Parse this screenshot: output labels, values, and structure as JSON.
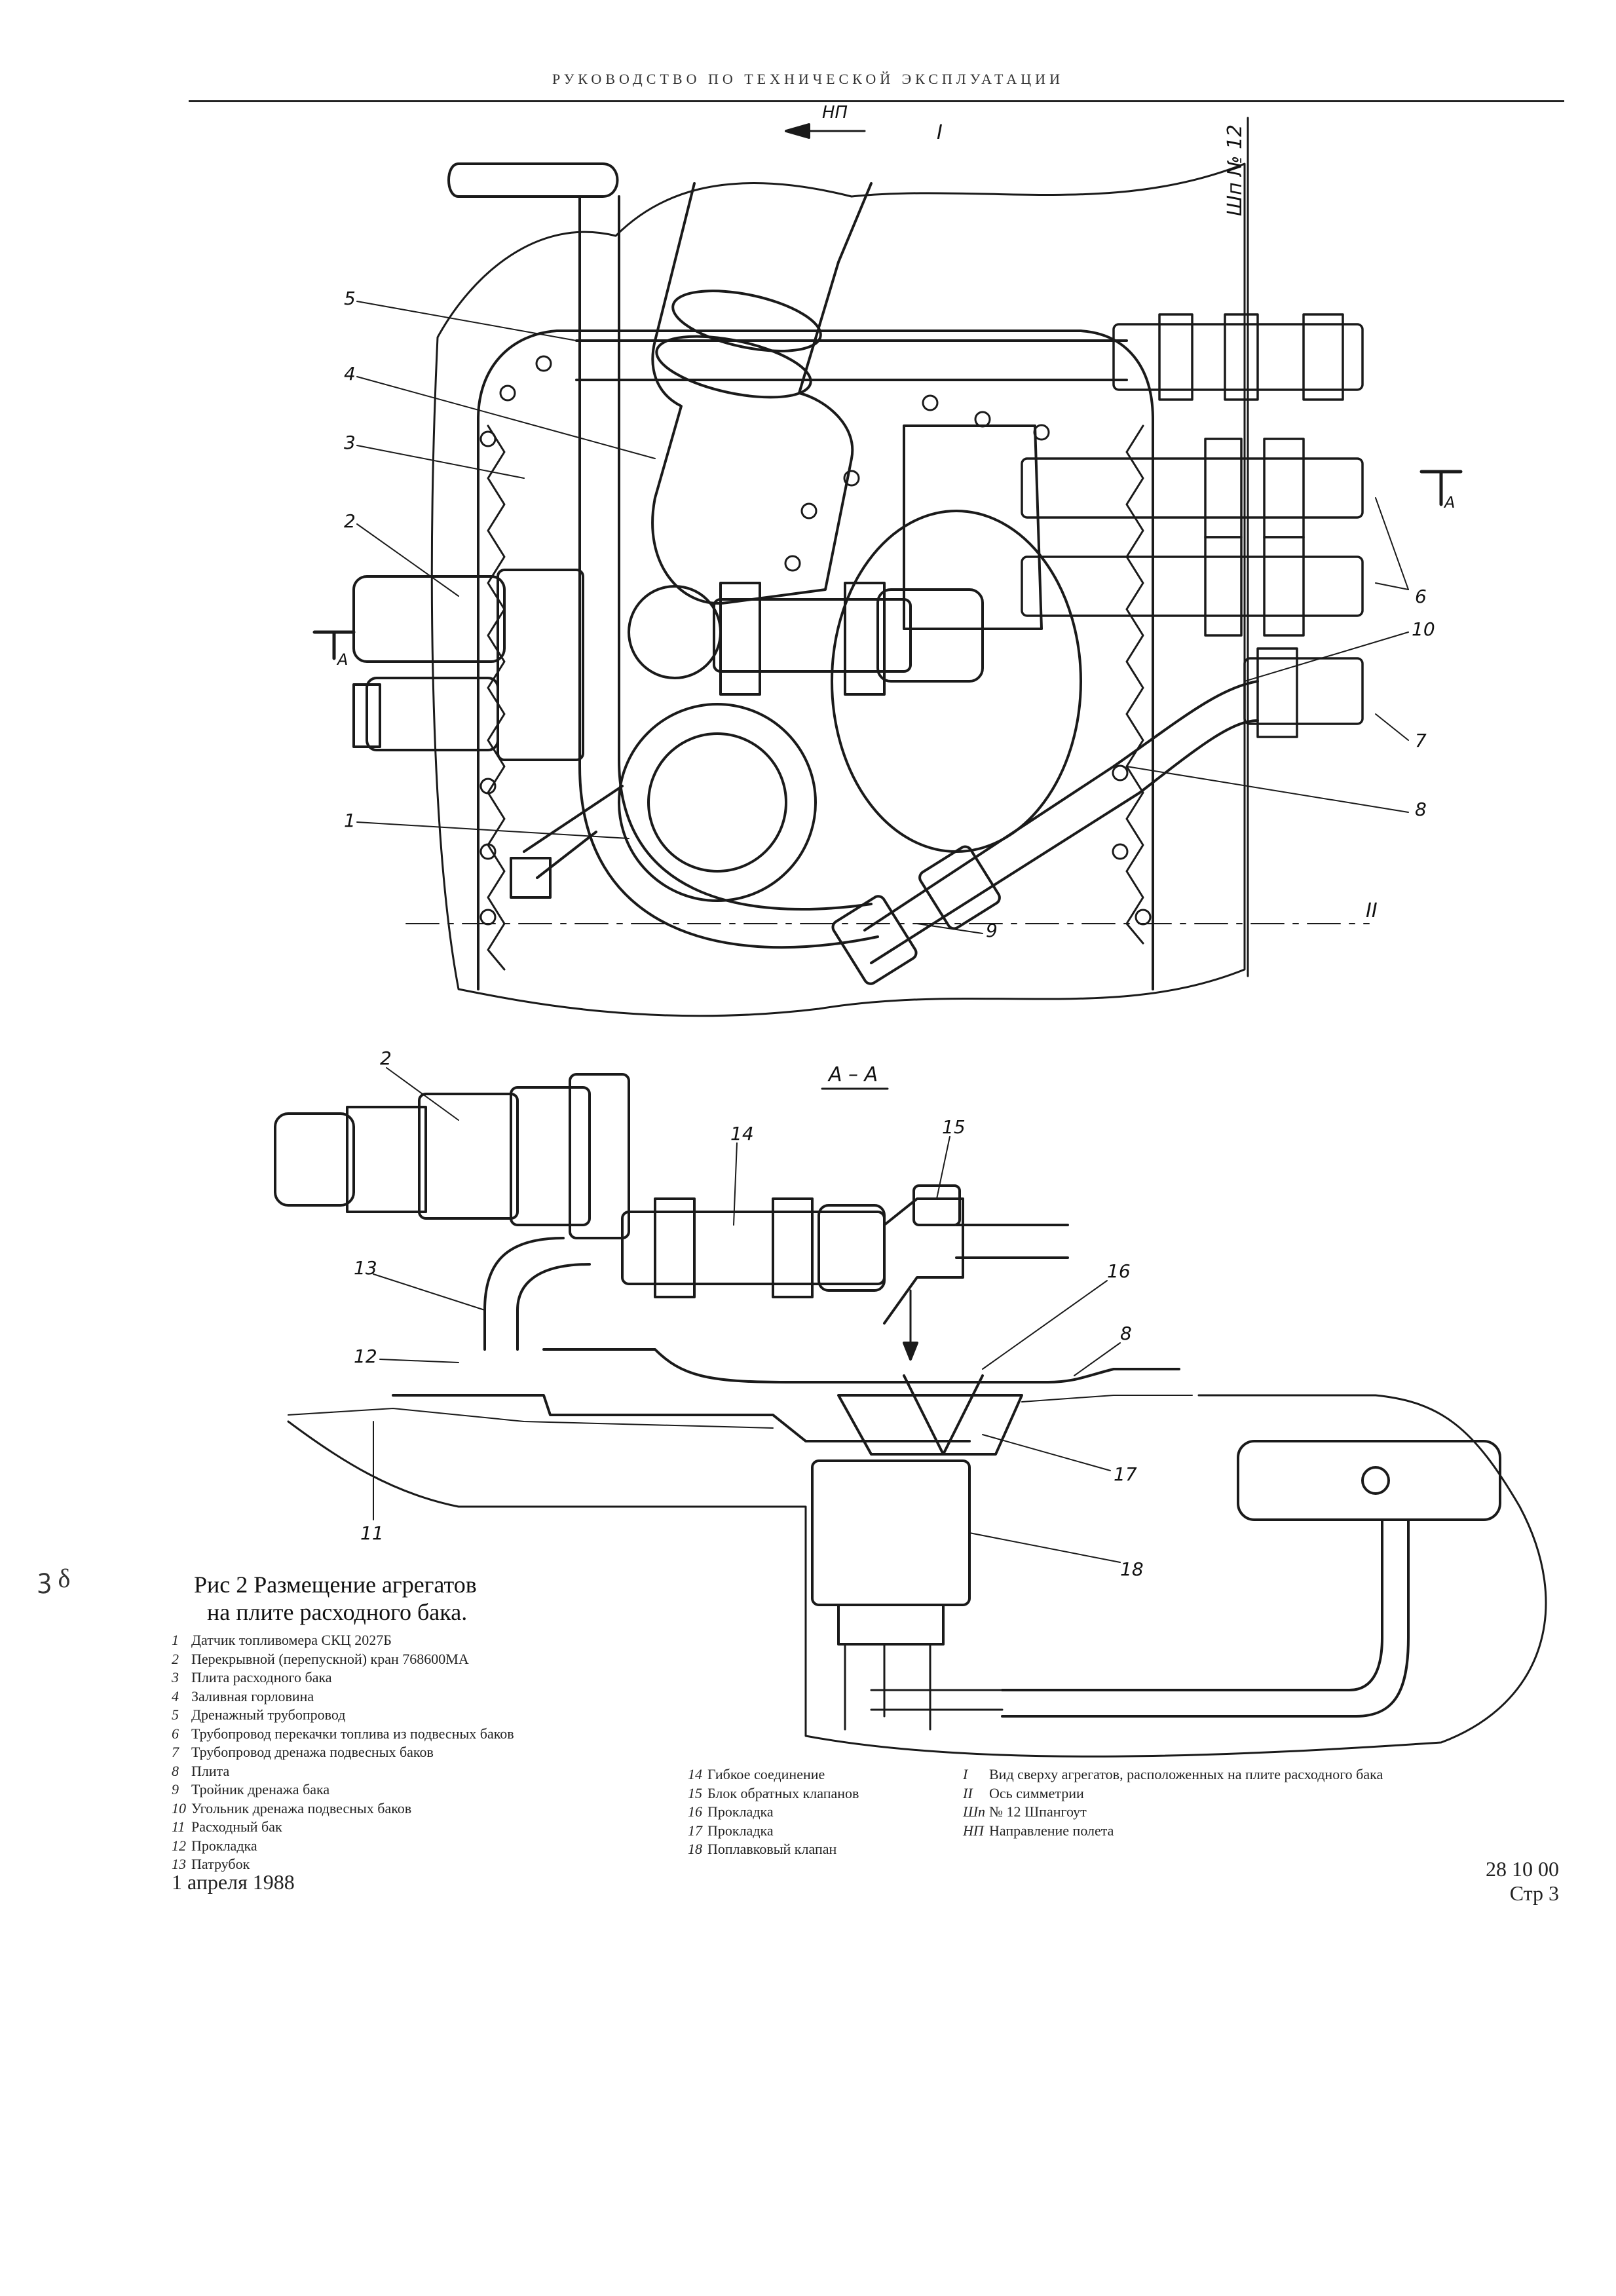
{
  "header": {
    "running_title": "РУКОВОДСТВО ПО ТЕХНИЧЕСКОЙ ЭКСПЛУАТАЦИИ"
  },
  "drawing": {
    "flight_direction": "НП",
    "view_I": "I",
    "axis_II": "II",
    "frame": "Шп № 12",
    "section_label": "А – А",
    "section_mark": "А",
    "callouts_top": [
      "5",
      "4",
      "3",
      "2",
      "1",
      "6",
      "10",
      "7",
      "8",
      "9"
    ],
    "callouts_section": [
      "2",
      "14",
      "15",
      "13",
      "16",
      "12",
      "8",
      "11",
      "17",
      "18"
    ]
  },
  "caption": {
    "title_line1": "Рис  2  Размещение агрегатов",
    "title_line2": "на плите расходного бака.",
    "items_col1": [
      {
        "n": "1",
        "t": "Датчик топливомера СКЦ 2027Б"
      },
      {
        "n": "2",
        "t": "Перекрывной (перепускной) кран 768600МА"
      },
      {
        "n": "3",
        "t": "Плита расходного бака"
      },
      {
        "n": "4",
        "t": "Заливная горловина"
      },
      {
        "n": "5",
        "t": "Дренажный трубопровод"
      },
      {
        "n": "6",
        "t": "Трубопровод перекачки топлива из подвесных баков"
      },
      {
        "n": "7",
        "t": "Трубопровод дренажа подвесных баков"
      },
      {
        "n": "8",
        "t": "Плита"
      },
      {
        "n": "9",
        "t": "Тройник дренажа бака"
      },
      {
        "n": "10",
        "t": "Угольник дренажа подвесных баков"
      },
      {
        "n": "11",
        "t": "Расходный бак"
      },
      {
        "n": "12",
        "t": "Прокладка"
      },
      {
        "n": "13",
        "t": "Патрубок"
      }
    ],
    "items_col2": [
      {
        "n": "14",
        "t": "Гибкое соединение"
      },
      {
        "n": "15",
        "t": "Блок обратных клапанов"
      },
      {
        "n": "16",
        "t": "Прокладка"
      },
      {
        "n": "17",
        "t": "Прокладка"
      },
      {
        "n": "18",
        "t": "Поплавковый клапан"
      }
    ],
    "items_col3": [
      {
        "n": "I",
        "t": "Вид сверху агрегатов, расположенных на плите расходного бака"
      },
      {
        "n": "II",
        "t": "Ось симметрии"
      },
      {
        "n": "Шп",
        "t": "№ 12  Шпангоут"
      },
      {
        "n": "НП",
        "t": "Направление полета"
      }
    ]
  },
  "footer": {
    "date": "1 апреля 1988",
    "doc_code": "28 10 00",
    "page": "Стр  3"
  },
  "margin_mark": "ꝫ δ"
}
